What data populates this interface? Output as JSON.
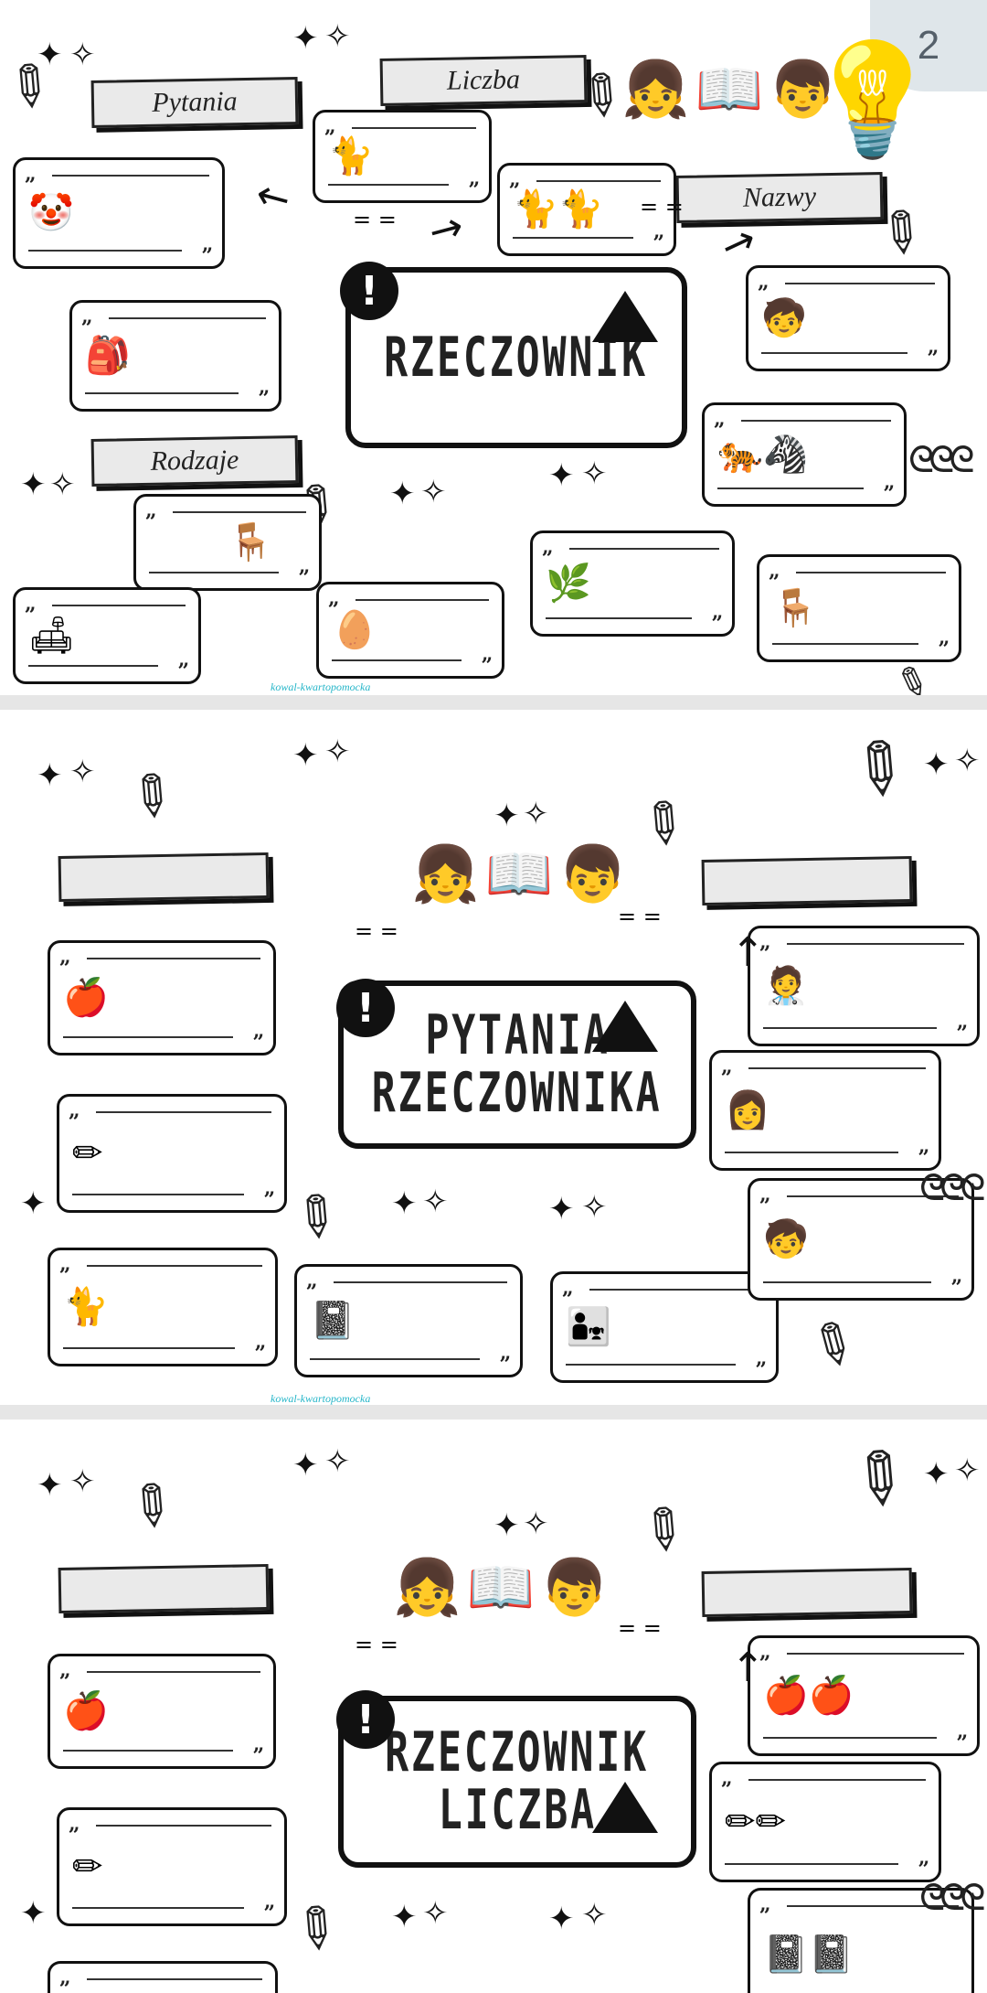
{
  "page_badge": "2",
  "watermark": "kowal-kwartopomocka",
  "icons": {
    "sparkle": "sparkle-icon",
    "pencil": "pencil-icon",
    "exclaim": "exclamation-icon",
    "triangle": "triangle-icon",
    "bulb": "lightbulb-icon",
    "kids": "kids-reading-icon"
  },
  "page1": {
    "labels": {
      "pytania": "Pytania",
      "liczba": "Liczba",
      "nazwy": "Nazwy",
      "rodzaje": "Rodzaje"
    },
    "title": "RZECZOWNIK"
  },
  "page2": {
    "title_line1": "PYTANIA",
    "title_line2": "RZECZOWNIKA"
  },
  "page3": {
    "title_line1": "RZECZOWNIK",
    "title_line2": "LICZBA"
  }
}
